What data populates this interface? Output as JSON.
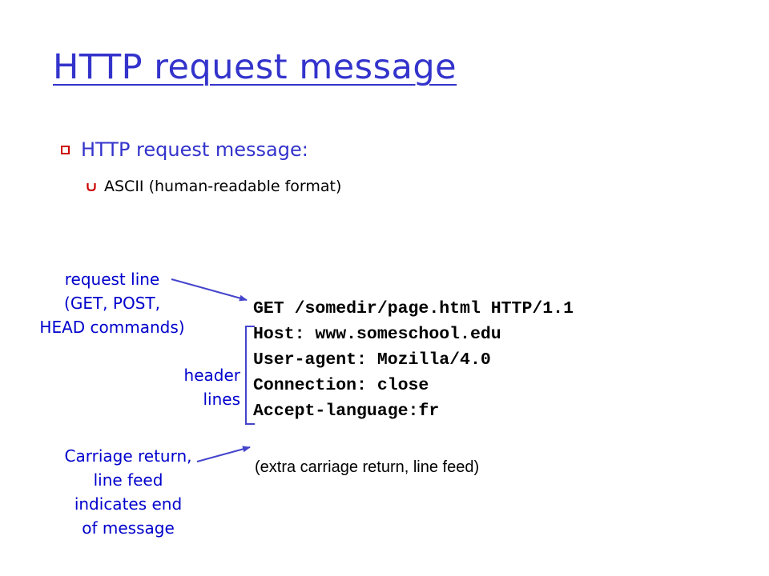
{
  "slide": {
    "title": "HTTP request message"
  },
  "bullets": [
    {
      "text": "HTTP request message:"
    },
    {
      "text": "ASCII (human-readable format)"
    }
  ],
  "request_lines": [
    "GET /somedir/page.html HTTP/1.1",
    "Host: www.someschool.edu",
    "User-agent: Mozilla/4.0",
    "Connection: close",
    "Accept-language:fr"
  ],
  "extra_line": "(extra carriage return, line feed)",
  "annotations": {
    "request_line": [
      "request line",
      "(GET, POST,",
      "HEAD commands)"
    ],
    "header_lines": [
      "header",
      "lines"
    ],
    "carriage_return": [
      "Carriage return,",
      "line feed",
      "indicates end",
      "of message"
    ]
  },
  "colors": {
    "title": "#3333cc",
    "bullet_marker": "#cc0000",
    "annotation": "#0000cc",
    "arrow": "#4444cc"
  },
  "icons": {
    "bullet_level_1": "square-bullet-icon",
    "bullet_level_2": "curved-bullet-icon"
  }
}
